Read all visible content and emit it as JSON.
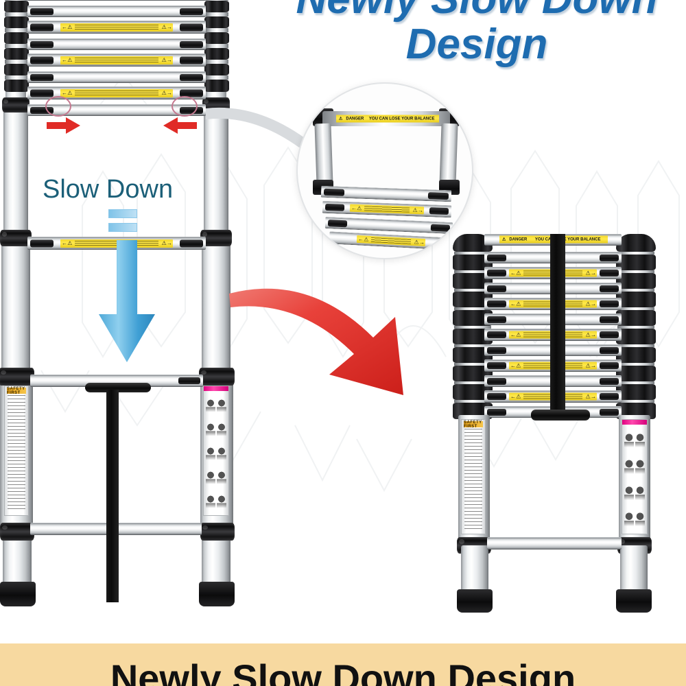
{
  "headline": {
    "line1": "Newly Slow Down",
    "line2": "Design"
  },
  "caption": {
    "text": "Newly Slow Down Design"
  },
  "callout": {
    "slow_down_label": "Slow Down",
    "blue_arrow_name": "downward motion arrow",
    "red_arrow_name": "collapse transition arrow"
  },
  "labels": {
    "danger_word": "DANGER",
    "danger_message": "YOU CAN LOSE YOUR BALANCE",
    "safety_first": "SAFETY FIRST",
    "warn_arrow_left": "← ⚠",
    "warn_arrow_right": "⚠ →"
  },
  "colors": {
    "headline_blue": "#1e6cb0",
    "slow_down_teal": "#1b5f78",
    "caption_band": "#f7d9a0",
    "caption_text": "#111111",
    "warning_yellow": "#ffe94d",
    "red_arrow": "#e02b26",
    "blue_arrow": "#3f9fd4",
    "pink_band": "#e0007f",
    "safety_header_orange": "#e8a21a",
    "aluminium": "#e9ecee",
    "rubber_black": "#121213"
  },
  "products": {
    "extended_ladder": {
      "name": "telescoping ladder extended",
      "rung_count": 8,
      "warning_rung_count": 4
    },
    "collapsed_ladder": {
      "name": "telescoping ladder collapsed",
      "rung_count": 11,
      "strap": "carry strap"
    },
    "inset": {
      "name": "slow down retraction close-up"
    }
  }
}
